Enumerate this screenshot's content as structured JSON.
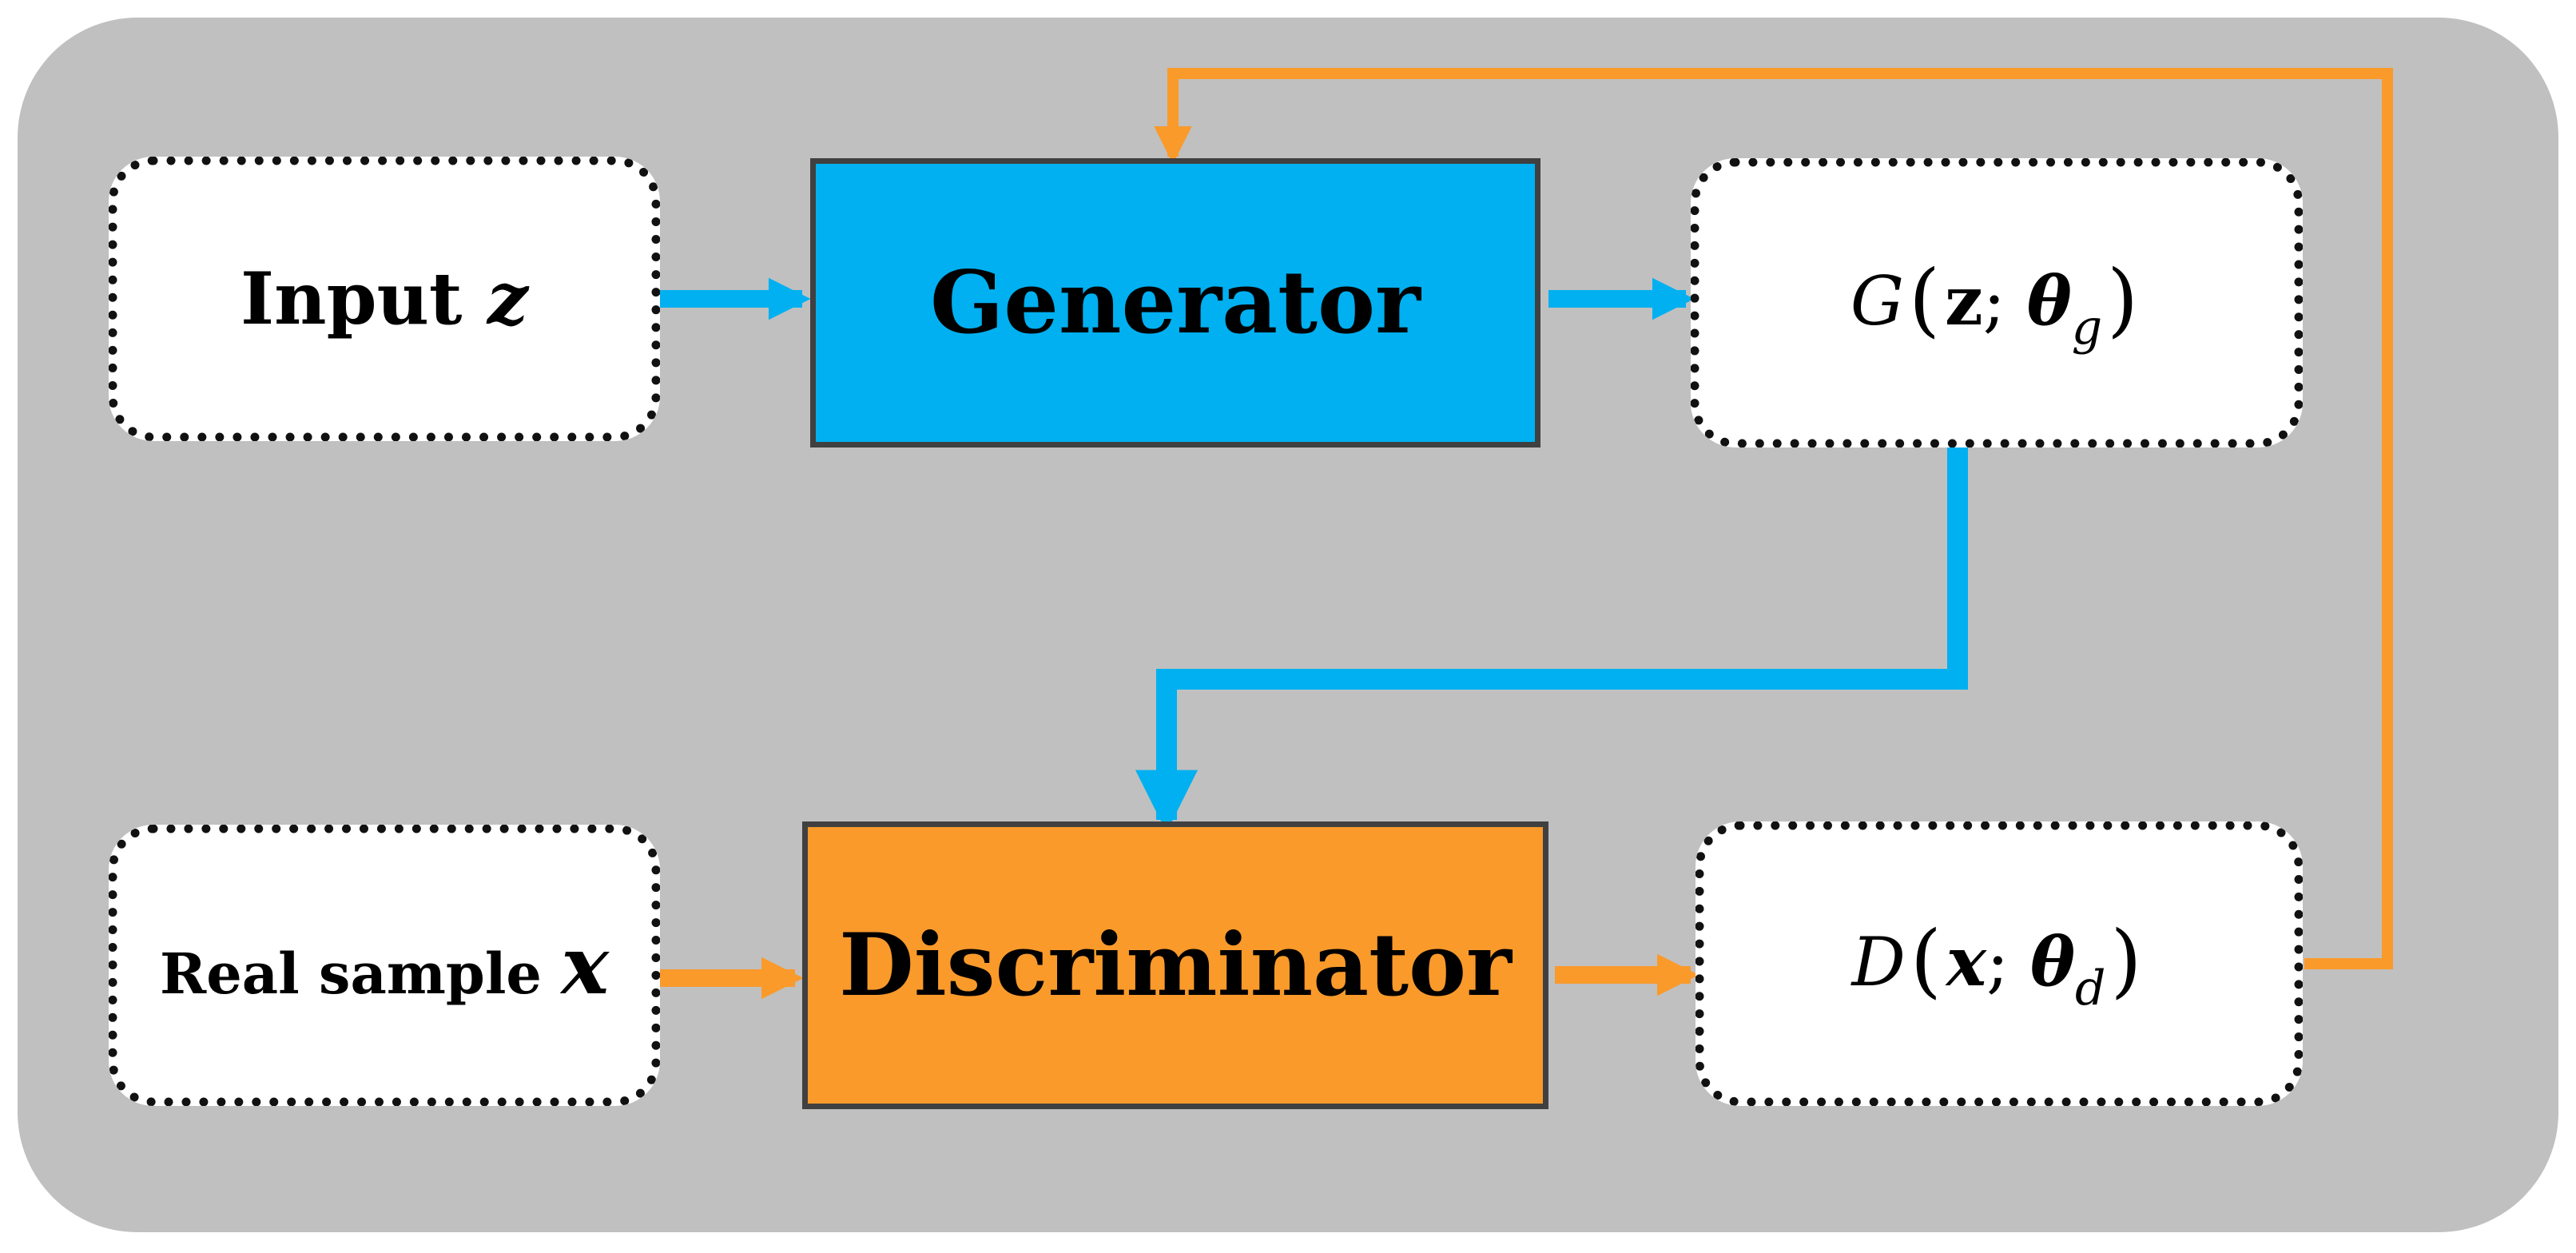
{
  "diagram": {
    "nodes": {
      "input": {
        "label": "Input ",
        "var": "z"
      },
      "generator": {
        "label": "Generator"
      },
      "generator_output": {
        "func": "G",
        "open": "(",
        "arg": "z",
        "sep": ";",
        "param": "θ",
        "param_sub": "g",
        "close": ")"
      },
      "real_sample": {
        "label": "Real sample ",
        "var": "x"
      },
      "discriminator": {
        "label": "Discriminator"
      },
      "discriminator_output": {
        "func": "D",
        "open": "(",
        "arg": "x",
        "sep": ";",
        "param": "θ",
        "param_sub": "d",
        "close": ")"
      }
    },
    "edges": [
      {
        "from": "input",
        "to": "generator",
        "kind": "data"
      },
      {
        "from": "generator",
        "to": "generator_output",
        "kind": "data"
      },
      {
        "from": "generator_output",
        "to": "discriminator",
        "kind": "data"
      },
      {
        "from": "real_sample",
        "to": "discriminator",
        "kind": "data"
      },
      {
        "from": "discriminator",
        "to": "discriminator_output",
        "kind": "data"
      },
      {
        "from": "discriminator_output",
        "to": "generator",
        "kind": "feedback"
      }
    ],
    "colors": {
      "panel": "#c0c0c0",
      "generator_fill": "#00b0f0",
      "discriminator_fill": "#f99a2b",
      "data_arrow": "#00b0f0",
      "feedback_arrow": "#f99a2b"
    }
  }
}
